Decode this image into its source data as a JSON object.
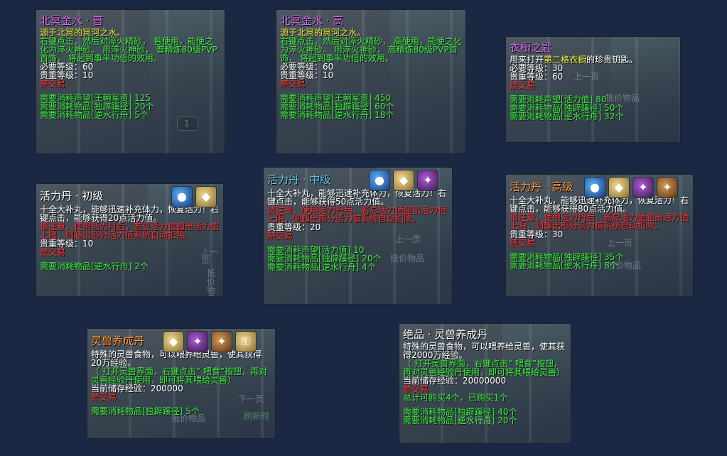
{
  "tooltips": [
    {
      "title": "北冥金水 · 普",
      "lines": [
        {
          "text": "源于北冥的冥河之水。",
          "color": "yel"
        },
        {
          "text": "右键点击，然后对淬火精砂， 普使用，能使之化为淬火神砂。 用淬火神砂， 普精炼80级PVP首饰， 将起到事半功倍的效用。",
          "color": "grn"
        },
        {
          "text": "必要等级：60",
          "color": "wht"
        },
        {
          "text": "贵重等级：10",
          "color": "wht"
        },
        {
          "text": "禁交易",
          "color": "red"
        },
        {
          "text": "需要消耗声望[王朝军资]  125",
          "color": "grn"
        },
        {
          "text": "需要消耗物品[独辟蹊径]  20个",
          "color": "grn"
        },
        {
          "text": "需要消耗物品[逆水行舟]  5个",
          "color": "grn"
        }
      ]
    },
    {
      "title": "北冥金水 · 高",
      "lines": [
        {
          "text": "源于北冥的冥河之水。",
          "color": "yel"
        },
        {
          "text": "右键点击，然后对淬火精砂， 高使用，能使之化为淬火神砂。 用淬火神砂， 高精炼80级PVP首饰， 将起到事半功倍的效用。",
          "color": "grn"
        },
        {
          "text": "必要等级：60",
          "color": "wht"
        },
        {
          "text": "贵重等级：10",
          "color": "wht"
        },
        {
          "text": "禁交易",
          "color": "red"
        },
        {
          "text": "需要消耗声望[王朝军资]  450",
          "color": "grn"
        },
        {
          "text": "需要消耗物品[独辟蹊径]  60个",
          "color": "grn"
        },
        {
          "text": "需要消耗物品[逆水行舟]  18个",
          "color": "grn"
        }
      ]
    },
    {
      "title": "衣橱之匙",
      "desc_prefix": "用来打开",
      "desc_highlight": "第二格衣橱",
      "desc_suffix": "的珍贵钥匙。",
      "lines": [
        {
          "text": "必要等级：30",
          "color": "wht"
        },
        {
          "text": "贵重等级：60",
          "color": "wht"
        },
        {
          "text": "禁交易",
          "color": "red"
        },
        {
          "text": "需要消耗声望[活力值]  80",
          "color": "grn"
        },
        {
          "text": "需要消耗物品[独辟蹊径]  50个",
          "color": "grn"
        },
        {
          "text": "需要消耗物品[逆水行舟]  32个",
          "color": "grn"
        }
      ]
    },
    {
      "title": "活力丹 · 初级",
      "lines": [
        {
          "text": "十全大补丸，能够迅速补充体力，恢复活力！右键点击，能够获得20点活力值。",
          "color": "wht"
        },
        {
          "text": "请注意，使用活力丹后，若总活力值超出活力值上限，则超出部分活力值系统自动扣除。",
          "color": "red"
        },
        {
          "text": "贵重等级：10",
          "color": "wht"
        },
        {
          "text": "禁交易",
          "color": "red"
        },
        {
          "text": "需要消耗物品[逆水行舟]  2个",
          "color": "grn"
        }
      ]
    },
    {
      "title": "活力丹 · 中级",
      "lines": [
        {
          "text": "十全大补丸，能够迅速补充体力，恢复活力！右键点击，能够获得50点活力值。",
          "color": "wht"
        },
        {
          "text": "请注意，使用活力丹后，若总活力值超出活力值上限，则超出部分活力值系统自动扣除。",
          "color": "red"
        },
        {
          "text": "贵重等级：20",
          "color": "wht"
        },
        {
          "text": "禁交易",
          "color": "red"
        },
        {
          "text": "需要消耗声望[活力值]  10",
          "color": "grn"
        },
        {
          "text": "需要消耗物品[独辟蹊径]  20个",
          "color": "grn"
        },
        {
          "text": "需要消耗物品[逆水行舟]  4个",
          "color": "grn"
        }
      ]
    },
    {
      "title": "活力丹 · 高级",
      "lines": [
        {
          "text": "十全大补丸，能够迅速补充体力，恢复活力！右键点击，能够获得80点活力值。",
          "color": "wht"
        },
        {
          "text": "请注意，使用活力丹后，若总活力值超出活力值上限，则超出部分活力值系统自动扣除。",
          "color": "red"
        },
        {
          "text": "贵重等级：30",
          "color": "wht"
        },
        {
          "text": "禁交易",
          "color": "red"
        },
        {
          "text": "需要消耗物品[独辟蹊径]  35个",
          "color": "grn"
        },
        {
          "text": "需要消耗物品[逆水行舟]  8个",
          "color": "grn"
        }
      ]
    },
    {
      "title": "灵兽养成丹",
      "lines": [
        {
          "text": "特殊的灵兽食物，可以喂养给灵兽，使其获得20万经验。",
          "color": "wht"
        },
        {
          "text": "（ 打开灵兽界面，右键点击“ 喂食”按钮，再对灵兽经验丹使用，即可将其喂给灵兽）",
          "color": "grn"
        },
        {
          "text": "当前储存经验：200000",
          "color": "wht"
        },
        {
          "text": "禁交易",
          "color": "red"
        },
        {
          "text": "需要消耗物品[独辟蹊径]  5个",
          "color": "grn"
        }
      ]
    },
    {
      "title": "绝品 · 灵兽养成丹",
      "lines": [
        {
          "text": "特殊的灵兽食物，可以喂养给灵兽，使其获得2000万经验。",
          "color": "wht"
        },
        {
          "text": "（ 打开灵兽界面，右键点击“ 喂食”按钮，再对灵兽经验丹使用，即可将其喂给灵兽）",
          "color": "grn"
        },
        {
          "text": "当前储存经验：20000000",
          "color": "wht"
        },
        {
          "text": "禁交易",
          "color": "red"
        },
        {
          "text": "总计可购买4个，已购买1个",
          "color": "grn"
        },
        {
          "text": "需要消耗物品[独辟蹊径]  40个",
          "color": "grn"
        },
        {
          "text": "需要消耗物品[逆水行舟]  20个",
          "color": "grn"
        }
      ]
    }
  ],
  "background_ui": {
    "prev_page": "上一页",
    "next_page": "下一页",
    "discount_items": "抵价物品",
    "refresh_time": "刷新时",
    "page_number": "1"
  },
  "colors": {
    "yellow": "#f6f03a",
    "green": "#3cf03c",
    "red": "#ff3030",
    "purple_title": "#d26be8",
    "orange_title": "#ff9a3c",
    "cyan_title": "#5ec6f0",
    "background": "#1b2844"
  }
}
